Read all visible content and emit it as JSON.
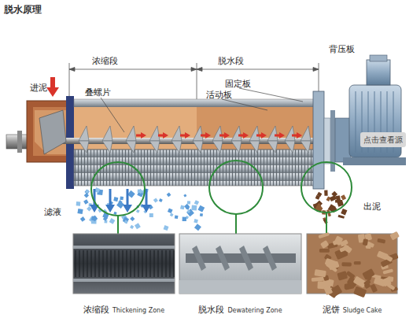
{
  "diagram": {
    "title": "脱水原理",
    "nodes": [
      {
        "text": [
          "浓缩段",
          "Thickening Zone"
        ]
      },
      {
        "text": [
          "脱水段",
          "Dewatering Zone"
        ]
      },
      {
        "text": [
          "泥饼",
          "Sludge Cake"
        ]
      }
    ],
    "labels": [
      "进泥",
      "浓缩段",
      "脱水段",
      "背压板",
      "叠螺片",
      "固定板",
      "活动板",
      "滤液",
      "出泥",
      "点击查看源"
    ]
  }
}
